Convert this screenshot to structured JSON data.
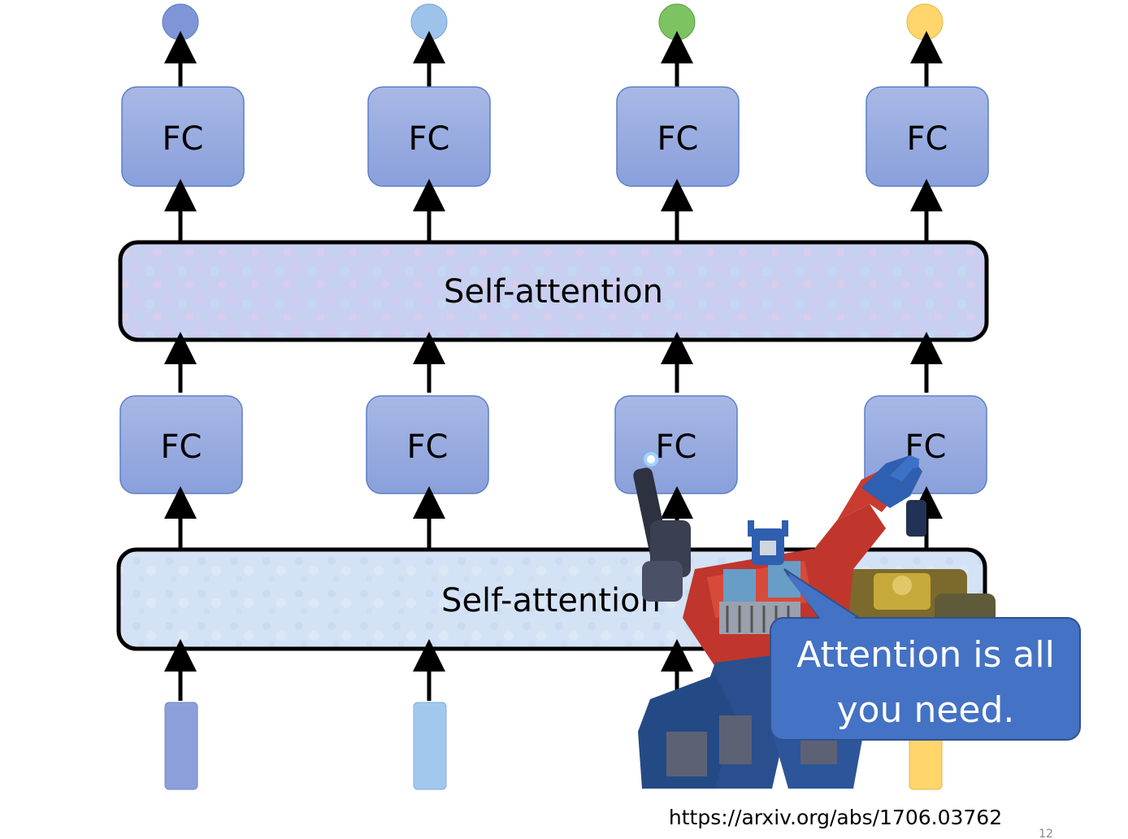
{
  "diagram": {
    "fc_label": "FC",
    "self_attention_top": "Self-attention",
    "self_attention_bottom": "Self-attention",
    "bubble_line1": "Attention is all",
    "bubble_line2": "you need.",
    "url": "https://arxiv.org/abs/1706.03762",
    "page_number": "12",
    "colors": {
      "fc_fill": "#93a9dd",
      "fc_stroke": "#5b7fc7",
      "out1": "#7f95d8",
      "out2": "#9dc3ea",
      "out3": "#7ec361",
      "out4": "#ffd56c",
      "in1": "#8d9fdb",
      "in2": "#a3c8ee",
      "in4": "#ffd56c",
      "bubble": "#4472c4",
      "block_fill_top": "#c4cdf0",
      "block_fill_bottom": "#d3e3f6"
    },
    "illustration": "robot-figure-pointing"
  }
}
